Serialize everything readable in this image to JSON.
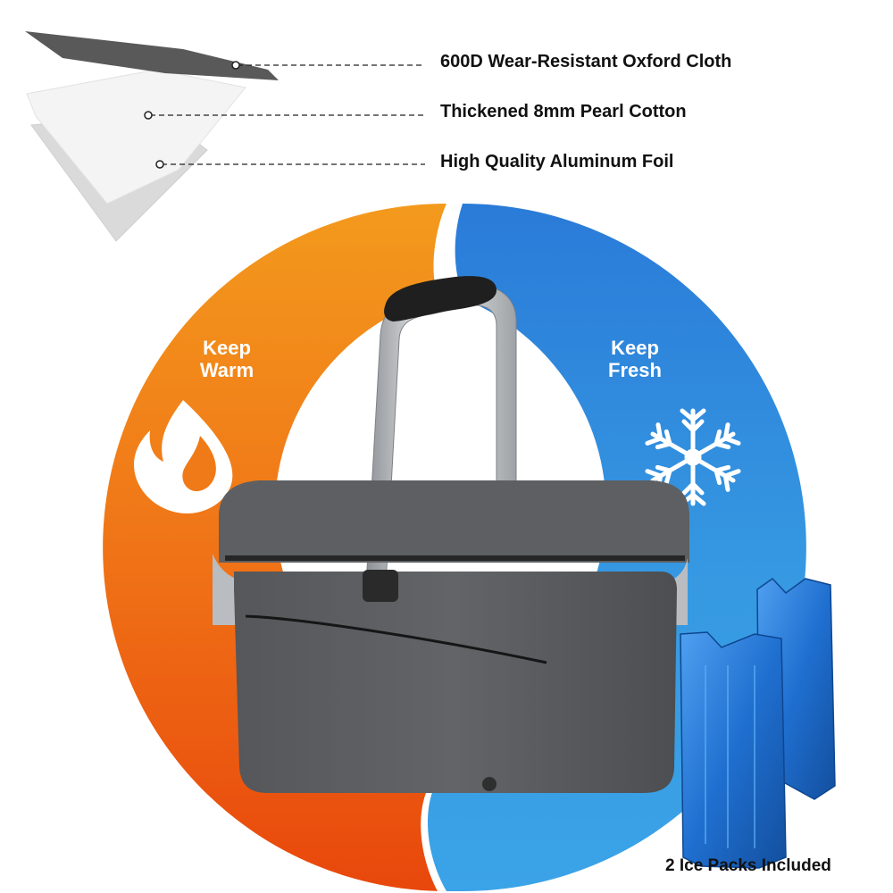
{
  "materials": {
    "layers": [
      {
        "label": "600D Wear-Resistant Oxford Cloth"
      },
      {
        "label": "Thickened 8mm Pearl Cotton"
      },
      {
        "label": "High Quality Aluminum Foil"
      }
    ]
  },
  "modes": {
    "warm": {
      "line1": "Keep",
      "line2": "Warm",
      "icon": "flame-icon",
      "color": "#f57c12"
    },
    "fresh": {
      "line1": "Keep",
      "line2": "Fresh",
      "icon": "snowflake-icon",
      "color": "#2d8be0"
    }
  },
  "product": {
    "color": "#5a5c5f",
    "handle": "aluminum"
  },
  "accessories": {
    "caption": "2 Ice Packs Included",
    "color": "#1f6fd0"
  }
}
